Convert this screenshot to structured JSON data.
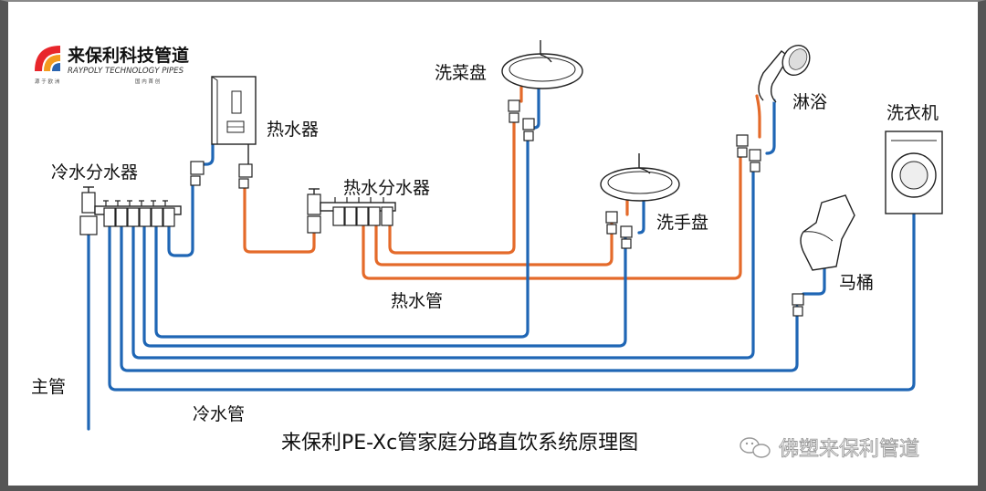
{
  "logo": {
    "brand_cn": "来保利科技管道",
    "brand_en": "RAYPOLY TECHNOLOGY PIPES",
    "slogan_left": "源 于 欧 洲",
    "slogan_right": "国 内 首 创",
    "colors": [
      "#e8262b",
      "#f39a1e",
      "#2a64b0"
    ]
  },
  "labels": {
    "cold_manifold": "冷水分水器",
    "water_heater": "热水器",
    "hot_manifold": "热水分水器",
    "veg_basin": "洗菜盘",
    "hand_basin": "洗手盘",
    "shower": "淋浴",
    "washing_machine": "洗衣机",
    "toilet": "马桶",
    "hot_pipe": "热水管",
    "cold_pipe": "冷水管",
    "main_pipe": "主管"
  },
  "title": "来保利PE-Xc管家庭分路直饮系统原理图",
  "watermark": "佛塑来保利管道",
  "colors": {
    "hot": "#e46a2a",
    "cold": "#1f66b5"
  }
}
